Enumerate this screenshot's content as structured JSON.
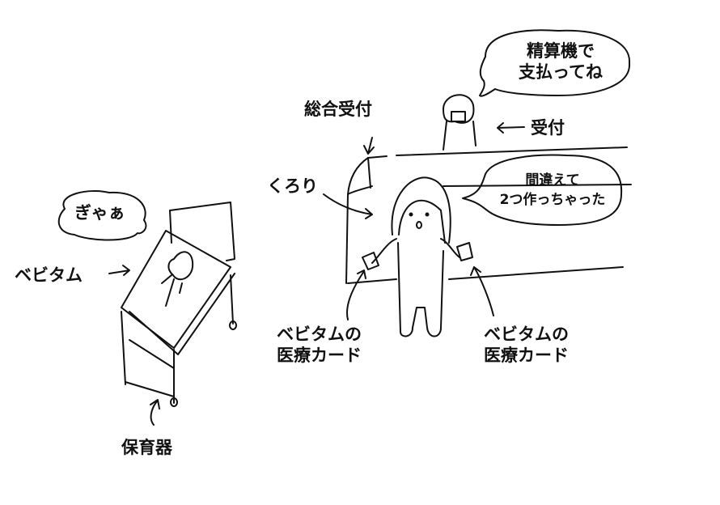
{
  "labels": {
    "baby_cry": "ぎゃぁ",
    "baby_name": "ベビタム",
    "incubator": "保育器",
    "general_reception": "総合受付",
    "person_name": "くろり",
    "cashier_line1": "精算機で",
    "cashier_line2": "支払ってね",
    "reception": "受付",
    "mistake_line1": "間違えて",
    "mistake_line2": "2つ作っちゃった",
    "card_left_line1": "ベビタムの",
    "card_left_line2": "医療カード",
    "card_right_line1": "ベビタムの",
    "card_right_line2": "医療カード"
  },
  "colors": {
    "ink": "#111111",
    "background": "#ffffff"
  }
}
